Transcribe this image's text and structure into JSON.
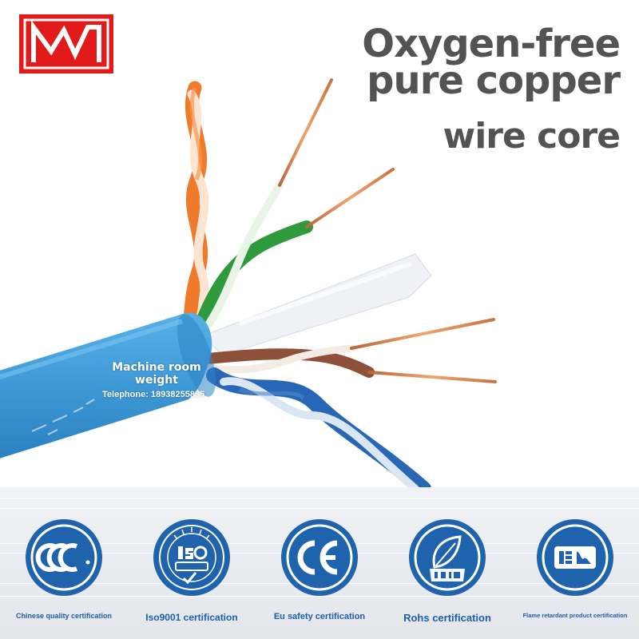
{
  "headline": {
    "line1": "Oxygen-free",
    "line2": "pure copper",
    "line3": "wire core"
  },
  "cable": {
    "label": "Machine room\nweight",
    "telephone": "Telephone: 18938255835"
  },
  "logo": {
    "icon": "mw-logo-icon",
    "color": "#e21a1a"
  },
  "colors": {
    "headline": "#535353",
    "cable_jacket": "#3f9bd8",
    "cert_blue": "#1f63ad",
    "copper": "#d98a55"
  },
  "certifications": [
    {
      "badge_icon": "ccc-icon",
      "caption": "Chinese quality certification"
    },
    {
      "badge_icon": "iso9001-icon",
      "caption": "Iso9001 certification"
    },
    {
      "badge_icon": "ce-icon",
      "caption": "Eu safety certification"
    },
    {
      "badge_icon": "rohs-icon",
      "caption": "Rohs certification"
    },
    {
      "badge_icon": "flame-retardant-icon",
      "caption": "Flame retardant product certification"
    }
  ]
}
